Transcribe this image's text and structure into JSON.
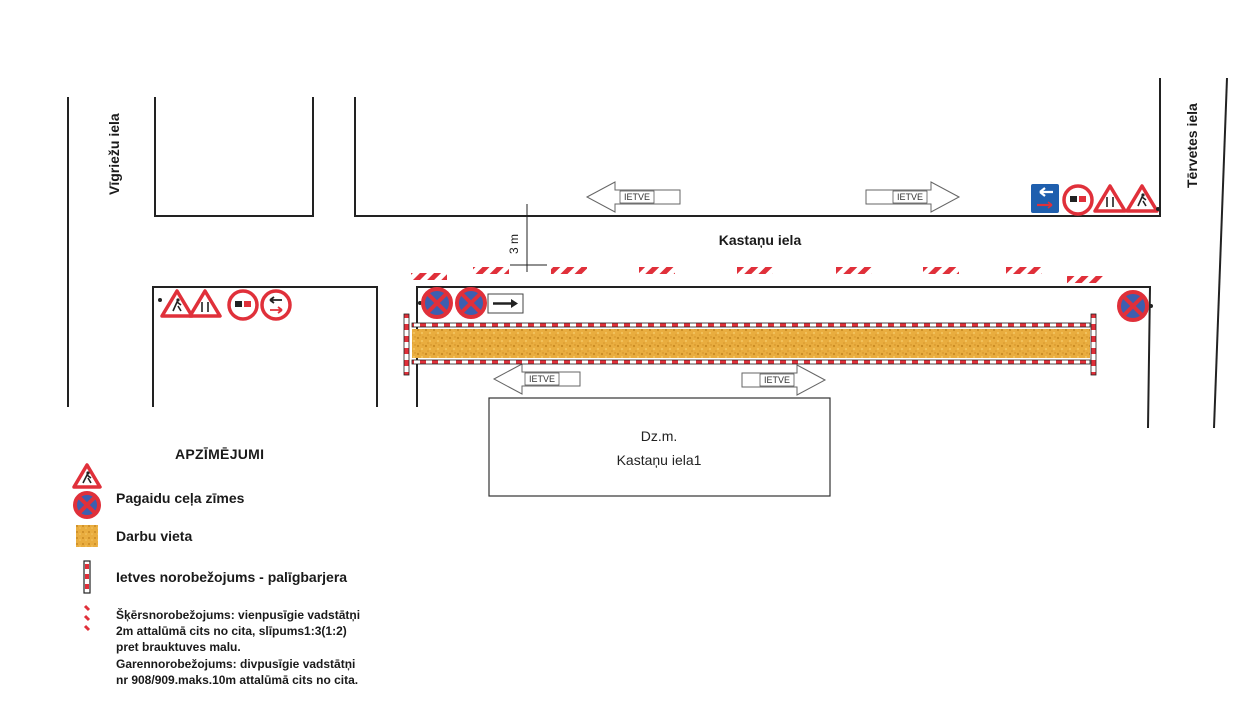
{
  "streets": {
    "left": "Vīgriežu iela",
    "right": "Tērvetes iela",
    "main": "Kastaņu iela"
  },
  "sidewalk_label": "IETVE",
  "dimension": "3 m",
  "building": {
    "line1": "Dz.m.",
    "line2": "Kastaņu iela1"
  },
  "legend": {
    "title": "APZĪMĒJUMI",
    "items": [
      {
        "icon": "warning-triangle-worker-icon",
        "label": ""
      },
      {
        "icon": "no-parking-sign-icon",
        "label": "Pagaidu ceļa zīmes"
      },
      {
        "icon": "work-zone-texture-icon",
        "label": "Darbu vieta"
      },
      {
        "icon": "sidewalk-barrier-icon",
        "label": "Ietves norobežojums - palīgbarjera"
      }
    ],
    "note_icon": "striped-barrier-icon",
    "note_lines": [
      "Šķērsnorobežojums: vienpusīgie vadstātņi",
      "2m attalūmā cits no cita, slīpums1:3(1:2)",
      "pret brauktuves malu.",
      "Garennorobežojums: divpusīgie vadstātņi",
      "nr 908/909.maks.10m attalūmā cits no cita."
    ]
  },
  "colors": {
    "sign_red": "#e0303a",
    "sign_blue": "#3c5fb0",
    "info_blue": "#1f5fae",
    "work_zone": "#e6a93a",
    "line": "#222222"
  }
}
